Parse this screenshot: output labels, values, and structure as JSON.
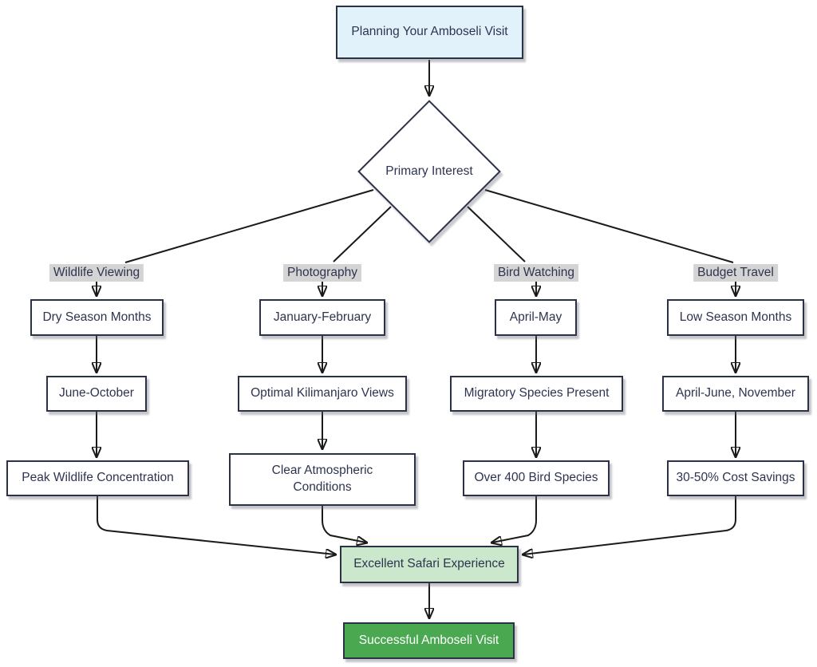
{
  "diagram": {
    "title_node": "Planning Your Amboseli Visit",
    "decision": "Primary Interest",
    "branches": [
      {
        "label": "Wildlife Viewing",
        "steps": [
          "Dry Season Months",
          "June-October",
          "Peak Wildlife Concentration"
        ]
      },
      {
        "label": "Photography",
        "steps": [
          "January-February",
          "Optimal Kilimanjaro Views",
          "Clear Atmospheric Conditions"
        ]
      },
      {
        "label": "Bird Watching",
        "steps": [
          "April-May",
          "Migratory Species Present",
          "Over 400 Bird Species"
        ]
      },
      {
        "label": "Budget Travel",
        "steps": [
          "Low Season Months",
          "April-June, November",
          "30-50% Cost Savings"
        ]
      }
    ],
    "outcome": "Excellent Safari Experience",
    "final": "Successful Amboseli Visit",
    "colors": {
      "title_fill": "#e1f2fb",
      "step_fill": "#ffffff",
      "outcome_fill": "#cbe7cc",
      "final_fill": "#4aa851",
      "border": "#2b3146",
      "text": "#2e3450",
      "final_text": "#ffffff",
      "edge_label_bg": "#d4d4d4",
      "arrow": "#1a1a1a"
    }
  }
}
